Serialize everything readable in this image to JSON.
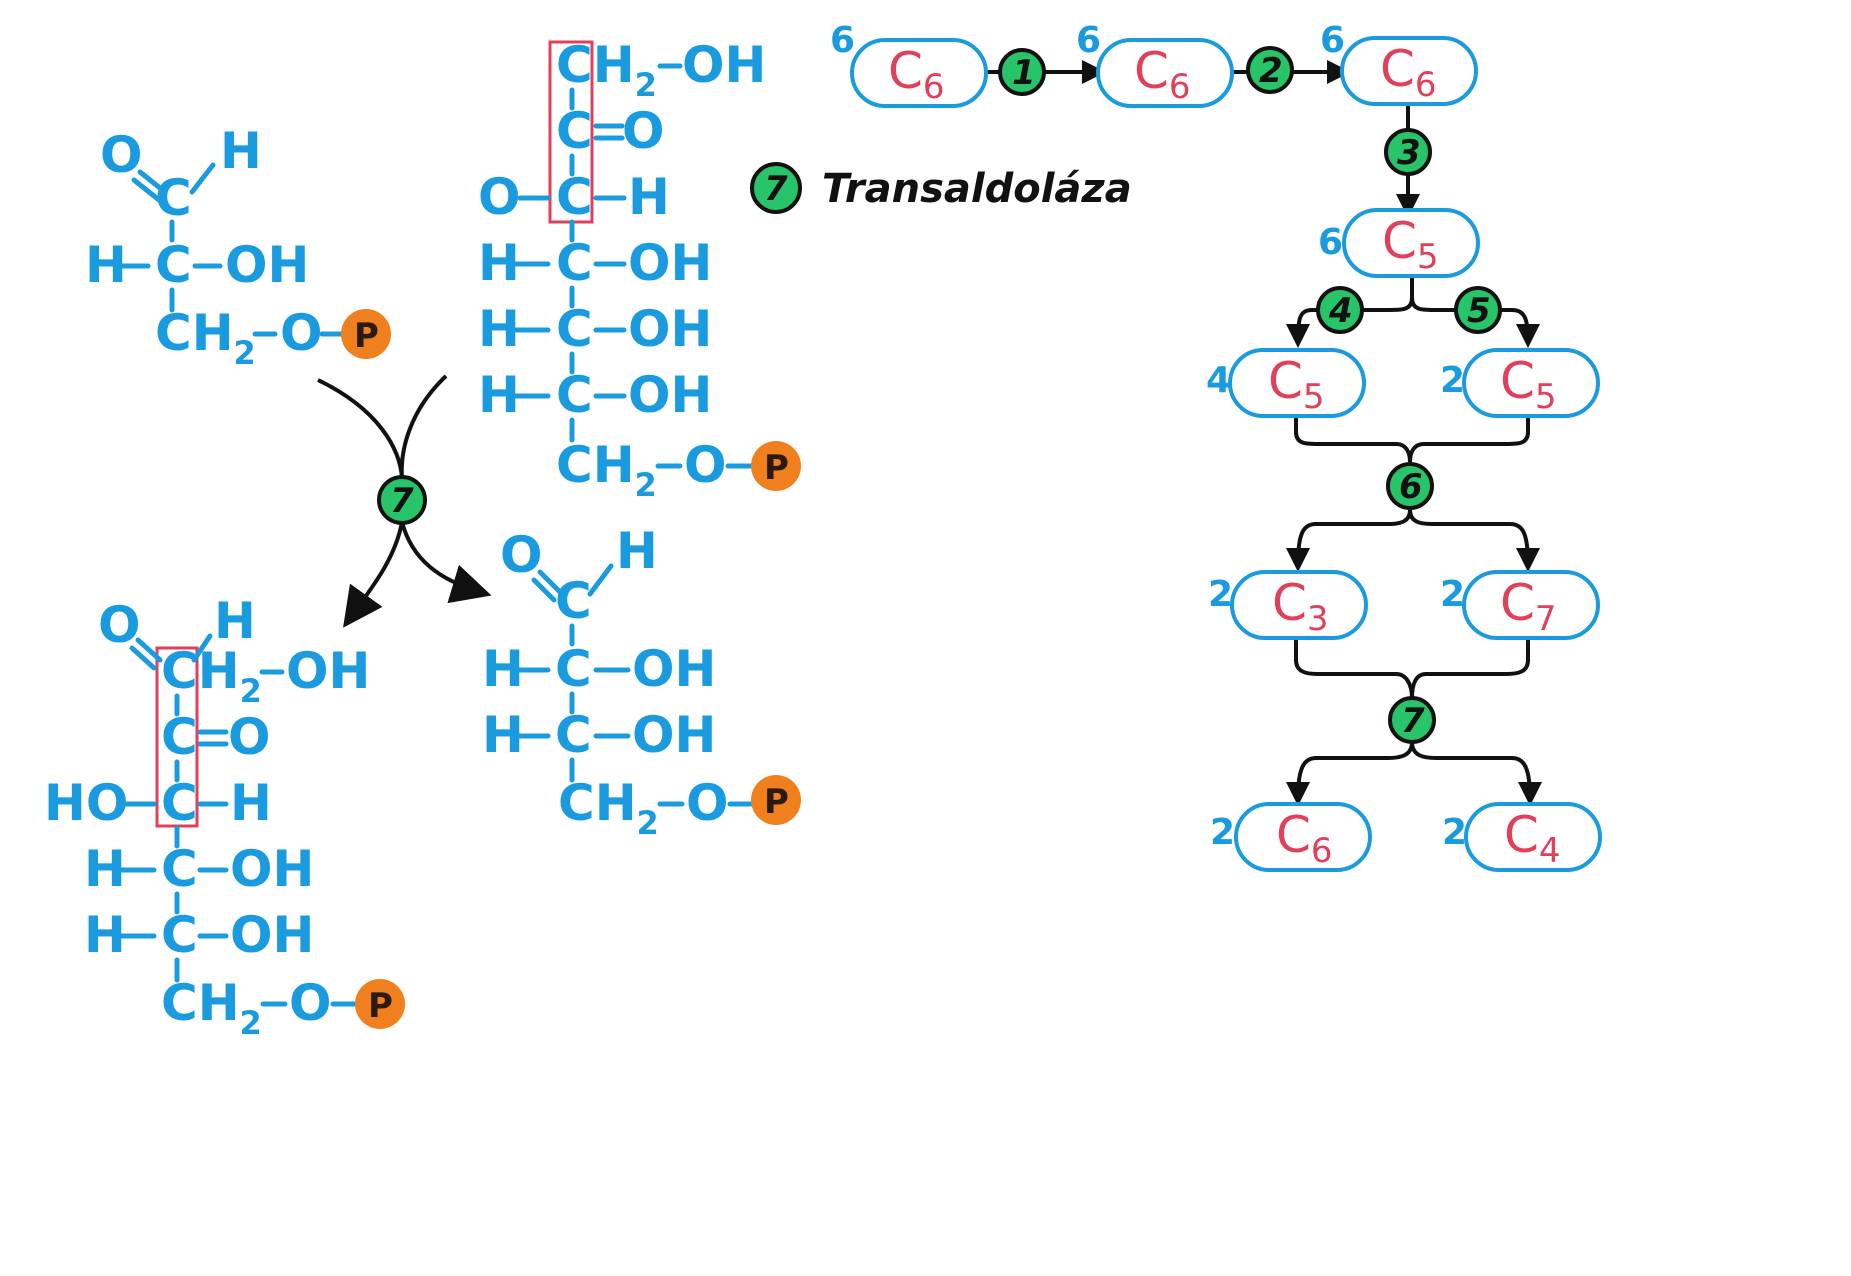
{
  "legend": {
    "enzyme_number": "7",
    "enzyme_name": "Transaldoláza"
  },
  "molecules": {
    "top_left": {
      "aldehyde_O": "O",
      "aldehyde_H": "H",
      "c1": "C",
      "row2": [
        "H",
        "C",
        "OH"
      ],
      "row3": [
        "CH",
        "2",
        "O"
      ],
      "phosphate": "P"
    },
    "top_right": {
      "row1": [
        "C",
        "H",
        "2",
        "OH"
      ],
      "row2": [
        "C",
        "O"
      ],
      "row3": [
        "O",
        "C",
        "H"
      ],
      "row4": [
        "H",
        "C",
        "OH"
      ],
      "row5": [
        "H",
        "C",
        "OH"
      ],
      "row6": [
        "H",
        "C",
        "OH"
      ],
      "row7": [
        "CH",
        "2",
        "O"
      ],
      "phosphate": "P"
    },
    "bottom_left": {
      "aldehyde_O": "O",
      "aldehyde_H": "H",
      "row1": [
        "C",
        "H",
        "2",
        "OH"
      ],
      "row2": [
        "C",
        "O"
      ],
      "row3": [
        "HO",
        "C",
        "H"
      ],
      "row4": [
        "H",
        "C",
        "OH"
      ],
      "row5": [
        "H",
        "C",
        "OH"
      ],
      "row6": [
        "CH",
        "2",
        "O"
      ],
      "phosphate": "P"
    },
    "bottom_right": {
      "aldehyde_O": "O",
      "aldehyde_H": "H",
      "c1": "C",
      "row2": [
        "H",
        "C",
        "OH"
      ],
      "row3": [
        "H",
        "C",
        "OH"
      ],
      "row4": [
        "CH",
        "2",
        "O"
      ],
      "phosphate": "P"
    }
  },
  "reaction_enzyme": "7",
  "pathway": {
    "nodes": {
      "n1": {
        "count": "6",
        "label": "C",
        "sub": "6"
      },
      "n2": {
        "count": "6",
        "label": "C",
        "sub": "6"
      },
      "n3": {
        "count": "6",
        "label": "C",
        "sub": "6"
      },
      "n4": {
        "count": "6",
        "label": "C",
        "sub": "5"
      },
      "n5": {
        "count": "4",
        "label": "C",
        "sub": "5"
      },
      "n6": {
        "count": "2",
        "label": "C",
        "sub": "5"
      },
      "n7": {
        "count": "2",
        "label": "C",
        "sub": "3"
      },
      "n8": {
        "count": "2",
        "label": "C",
        "sub": "7"
      },
      "n9": {
        "count": "2",
        "label": "C",
        "sub": "6"
      },
      "n10": {
        "count": "2",
        "label": "C",
        "sub": "4"
      }
    },
    "enzymes": [
      "1",
      "2",
      "3",
      "4",
      "5",
      "6",
      "7"
    ]
  },
  "colors": {
    "structure": "#1a9be0",
    "carbon_label": "#e0405a",
    "enzyme": "#27c46a",
    "phosphate": "#f07f1e"
  }
}
